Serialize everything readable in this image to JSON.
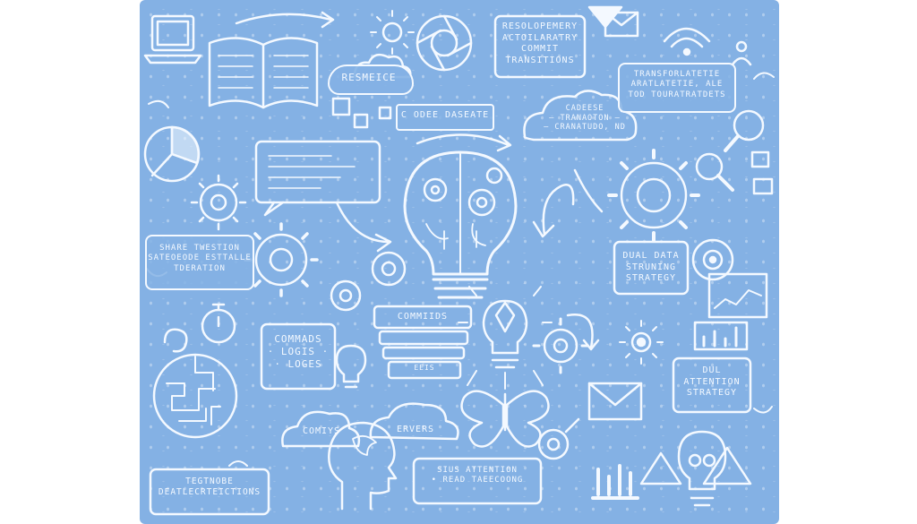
{
  "labels": {
    "resmeice": "RESMEICE",
    "resolopemery": "RESOLOPEMERY\nACTOILARATRY\nCOMMIT\nTRANSITIONS",
    "transforlatetie": "TRANSFORLATETIE\nARATLATETIE, ALE\nTOD TOURATRATDETS",
    "code_dasfate": "C ODEE DASEATE",
    "cadeese": "CADEESE\n– TRANAOTON –\n– CRANATUDO, ND",
    "share_twestion": "SHARE TWESTION\nSATEOEODE ESTTALLE\nTDERATION",
    "dual_data": "DUAL DATA\nSTRUNING\nSTRATEGY",
    "commiids": "COMMIIDS",
    "commads": "COMMADS\n· LOGIS ·\n· LOGES",
    "eeis": "EEIS",
    "dul_attention": "DUL\nATTENTION\nSTRATEGY",
    "comiys": "COMIYS",
    "ervers": "ERVERS",
    "tegtnobe": "TEGTNOBE\nDEATLECRTEICTIONS",
    "sius_attention": "SIUS ATTENTION\n• READ TAEECOONG"
  },
  "icons": [
    "laptop-icon",
    "open-book-icon",
    "arrow-icon",
    "cloud-icon",
    "sun-icon",
    "aperture-icon",
    "envelope-icon",
    "wifi-icon",
    "pie-chart-icon",
    "lightbulb-icon",
    "gear-icon",
    "magnifier-icon",
    "brain-icon",
    "butterfly-icon",
    "head-profile-icon",
    "line-chart-icon",
    "bar-chart-icon",
    "mountain-icon",
    "stopwatch-icon",
    "target-icon"
  ],
  "colors": {
    "background": "#84b1e4",
    "ink": "#f4f9ff",
    "page": "#ffffff"
  }
}
